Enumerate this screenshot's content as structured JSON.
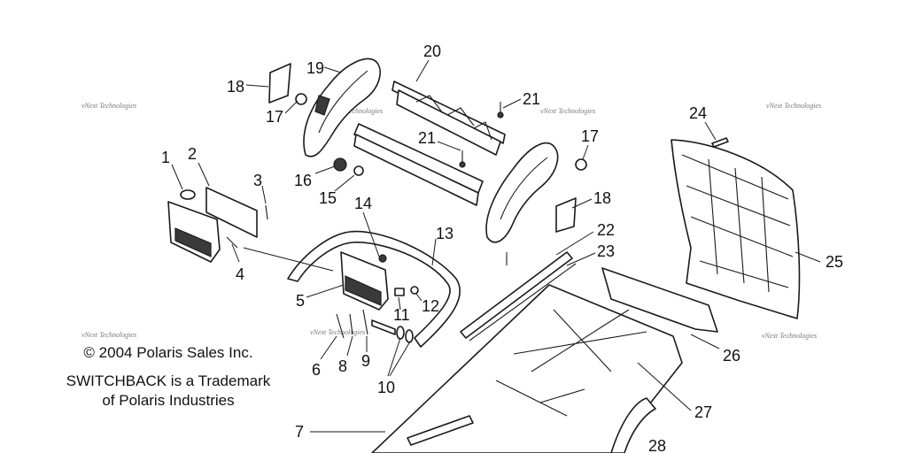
{
  "diagram": {
    "callouts": [
      "1",
      "2",
      "3",
      "4",
      "5",
      "6",
      "7",
      "8",
      "9",
      "10",
      "11",
      "12",
      "13",
      "14",
      "15",
      "16",
      "17",
      "17",
      "18",
      "18",
      "19",
      "20",
      "21",
      "21",
      "22",
      "23",
      "24",
      "25",
      "26",
      "27",
      "28"
    ],
    "watermark": "vNext Technologies"
  },
  "notes": {
    "copyright": "© 2004 Polaris Sales Inc.",
    "trademark_line1": "SWITCHBACK is a Trademark",
    "trademark_line2": "of Polaris Industries"
  },
  "colors": {
    "ink": "#1a1a1a",
    "dark_fill": "#3a3a3a",
    "watermark": "#777777"
  }
}
